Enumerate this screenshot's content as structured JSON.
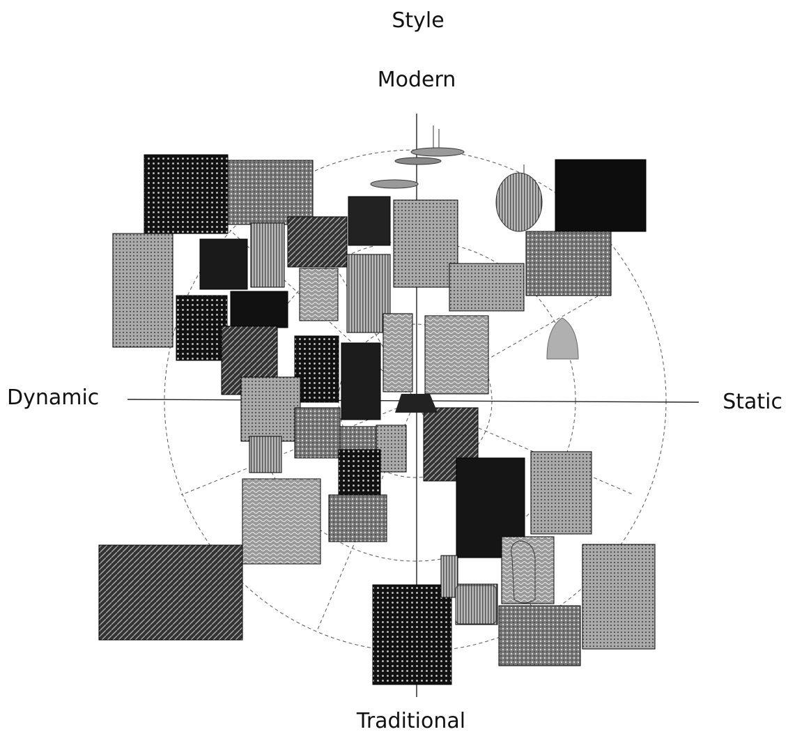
{
  "title": "Style",
  "axes": {
    "top": "Modern",
    "bottom": "Traditional",
    "left": "Dynamic",
    "right": "Static"
  },
  "colors": {
    "background": "#ffffff",
    "axis": "#222222",
    "guide": "#555555"
  },
  "thumbnails_description": "grayscale photo collage of light fixtures and textures",
  "thumbnail_icons": [
    "pendant-lamp-icon",
    "chandelier-icon",
    "texture-photo-icon"
  ]
}
